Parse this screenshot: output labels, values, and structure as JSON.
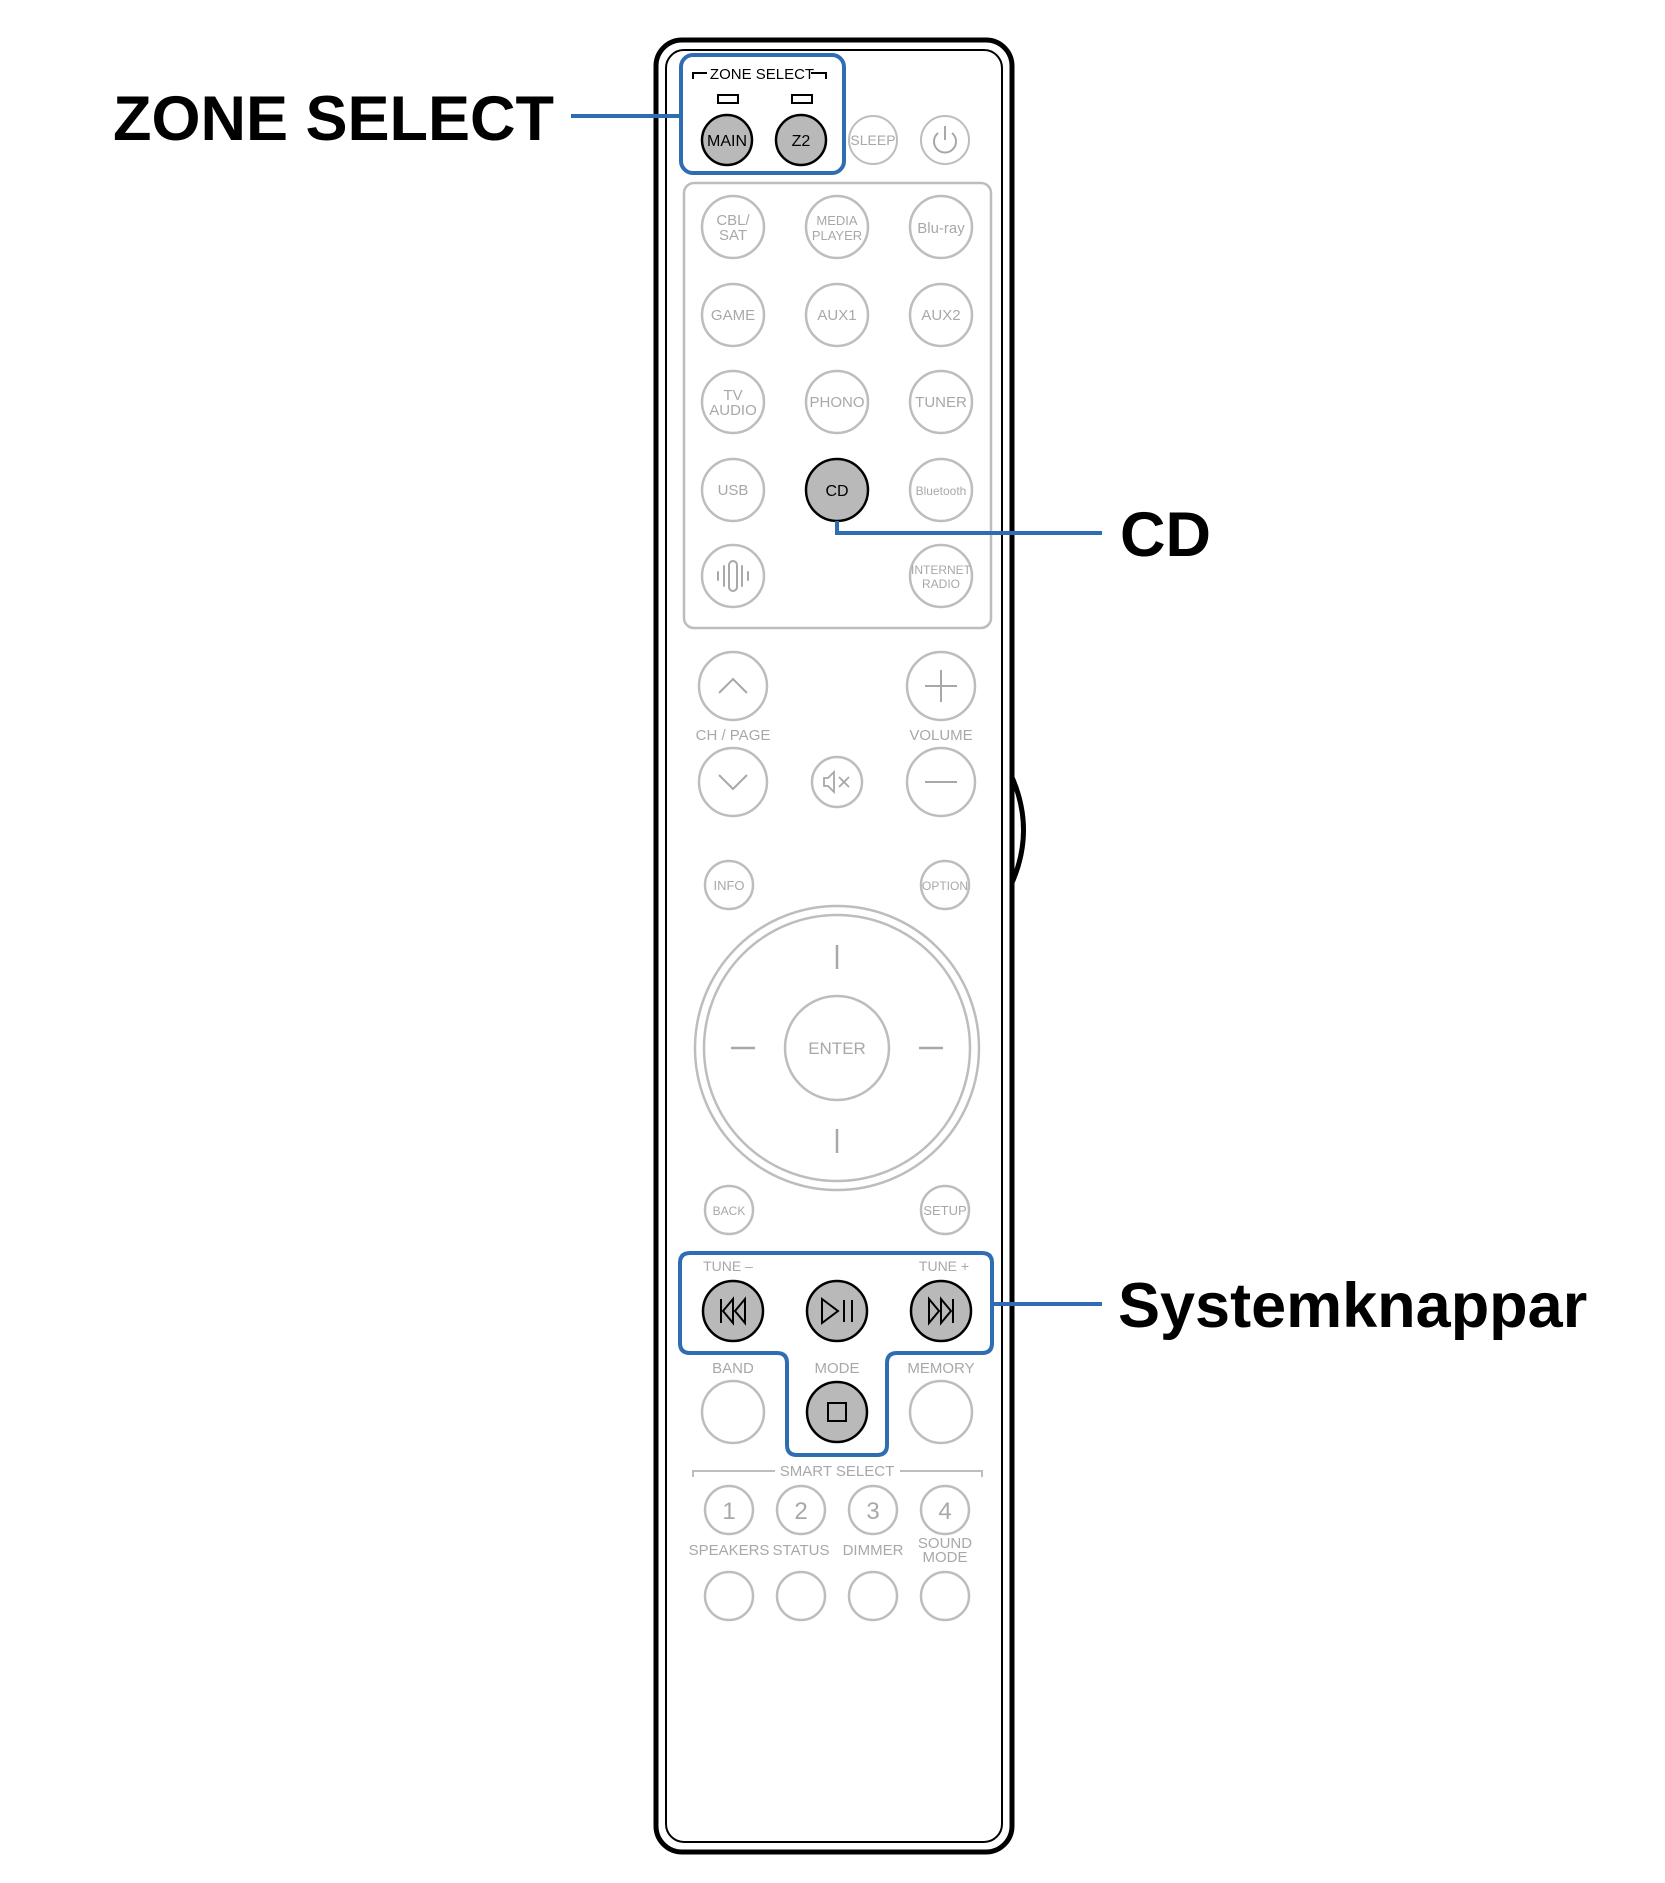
{
  "colors": {
    "highlight": "#2f6db3",
    "outline": "#000000",
    "faded": "#bdbdbd",
    "faded_text": "#a8a8a8",
    "active_fill": "#b9b9b9"
  },
  "callouts": {
    "zone_select": "ZONE SELECT",
    "cd": "CD",
    "system_buttons": "Systemknappar"
  },
  "remote": {
    "zone_select_header": "ZONE SELECT",
    "main": "MAIN",
    "z2": "Z2",
    "sleep": "SLEEP",
    "power_icon": "power-icon",
    "sources": {
      "cbl_sat_1": "CBL/",
      "cbl_sat_2": "SAT",
      "media_player_1": "MEDIA",
      "media_player_2": "PLAYER",
      "bluray": "Blu-ray",
      "game": "GAME",
      "aux1": "AUX1",
      "aux2": "AUX2",
      "tv_audio_1": "TV",
      "tv_audio_2": "AUDIO",
      "phono": "PHONO",
      "tuner": "TUNER",
      "usb": "USB",
      "cd": "CD",
      "bluetooth": "Bluetooth",
      "heos_icon": "heos-icon",
      "internet_radio_1": "INTERNET",
      "internet_radio_2": "RADIO"
    },
    "ch_page": "CH / PAGE",
    "volume": "VOLUME",
    "mute_icon": "mute-icon",
    "info": "INFO",
    "option": "OPTION",
    "enter": "ENTER",
    "back": "BACK",
    "setup": "SETUP",
    "tune_minus": "TUNE –",
    "tune_plus": "TUNE +",
    "band": "BAND",
    "mode": "MODE",
    "memory": "MEMORY",
    "smart_select": "SMART SELECT",
    "smart": [
      "1",
      "2",
      "3",
      "4"
    ],
    "speakers": "SPEAKERS",
    "status": "STATUS",
    "dimmer": "DIMMER",
    "sound_mode_1": "SOUND",
    "sound_mode_2": "MODE"
  }
}
